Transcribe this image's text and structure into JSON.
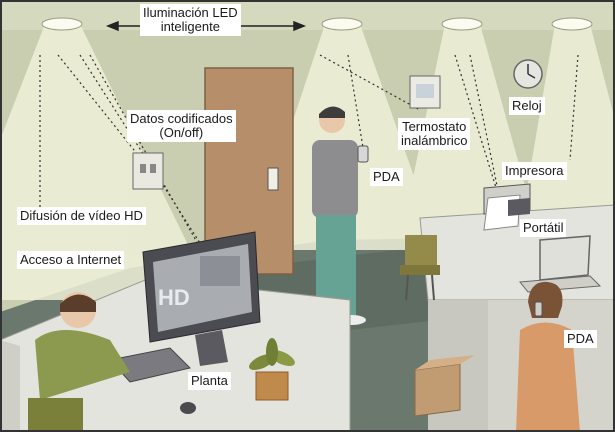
{
  "labels": {
    "led_line1": "Iluminación LED",
    "led_line2": "inteligente",
    "coded_line1": "Datos codificados",
    "coded_line2": "(On/off)",
    "thermostat_line1": "Termostato",
    "thermostat_line2": "inalámbrico",
    "clock": "Reloj",
    "pda_center": "PDA",
    "printer": "Impresora",
    "video": "Difusión de vídeo HD",
    "laptop": "Portátil",
    "internet": "Acceso a Internet",
    "pda_right": "PDA",
    "plant": "Planta"
  },
  "screen_text": "HD",
  "colors": {
    "background_wall": "#c9ceb0",
    "floor": "#6b786d",
    "light_cone": "#eef0d8",
    "desk": "#e4e4de",
    "border": "#333333"
  }
}
